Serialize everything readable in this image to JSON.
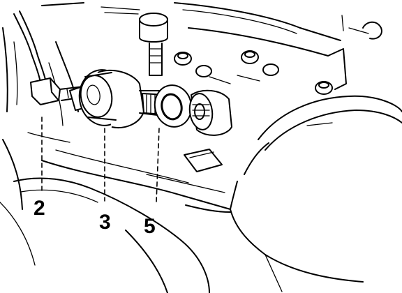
{
  "callouts": {
    "sensor_connector": "2",
    "sensor": "3",
    "seal_ring": "5"
  }
}
